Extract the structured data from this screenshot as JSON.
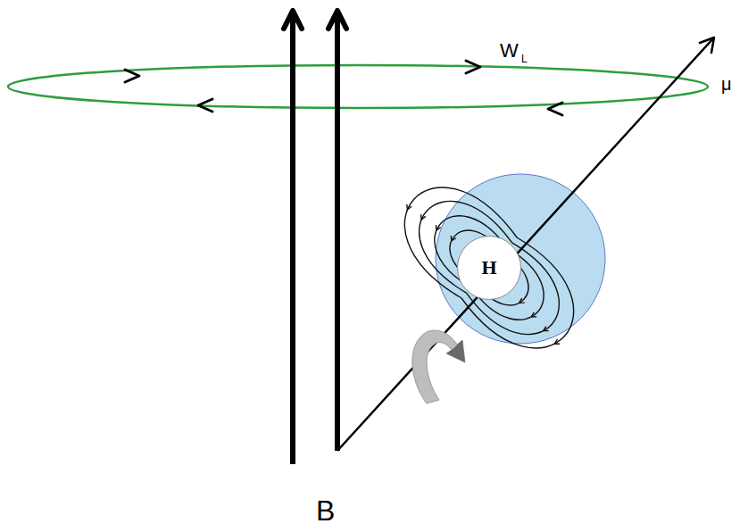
{
  "diagram": {
    "nodes": [
      {
        "text": [
          "H"
        ]
      }
    ],
    "labels": [
      "W",
      "L",
      "μ",
      "B"
    ]
  }
}
